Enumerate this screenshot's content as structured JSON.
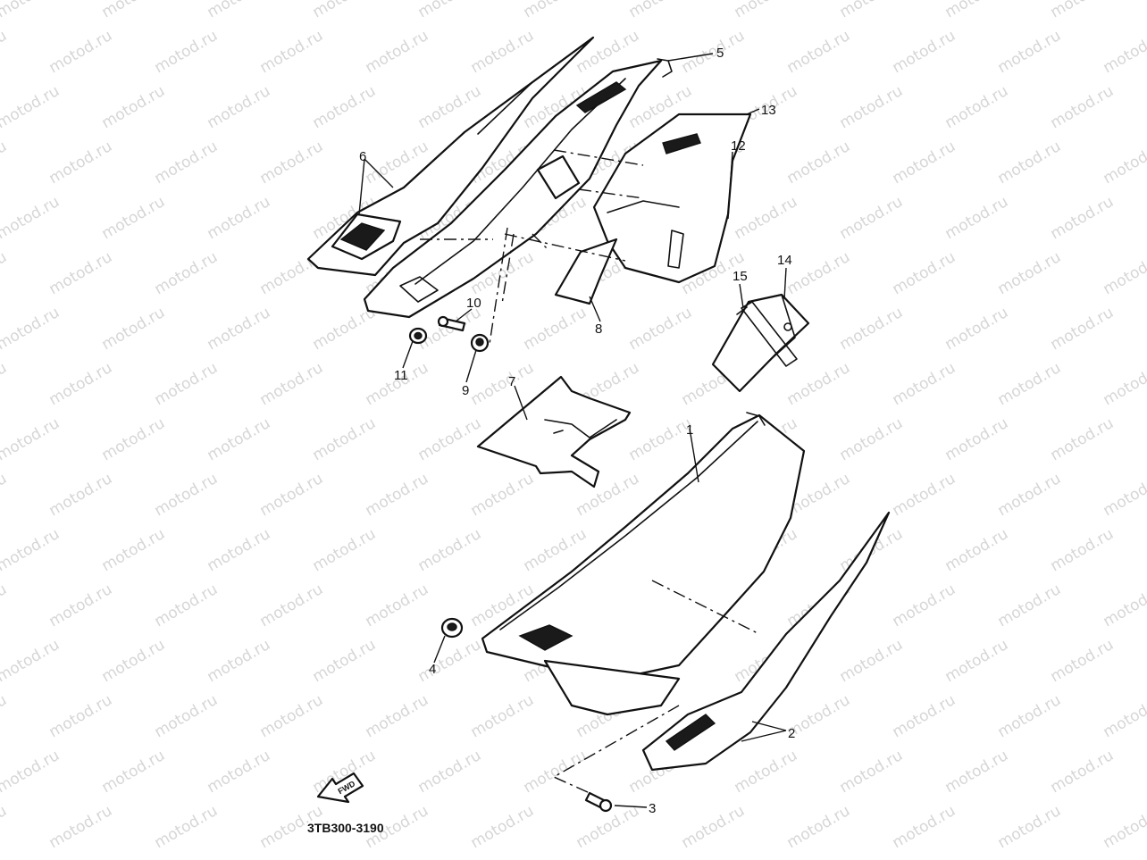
{
  "diagram": {
    "drawing_code": "3TB300-3190",
    "forward_label": "FWD",
    "watermark": "motod.ru",
    "callouts": {
      "c1": "1",
      "c2": "2",
      "c3": "3",
      "c4": "4",
      "c5": "5",
      "c6": "6",
      "c7": "7",
      "c8": "8",
      "c9": "9",
      "c10": "10",
      "c11": "11",
      "c12": "12",
      "c13": "13",
      "c14": "14",
      "c15": "15"
    }
  }
}
